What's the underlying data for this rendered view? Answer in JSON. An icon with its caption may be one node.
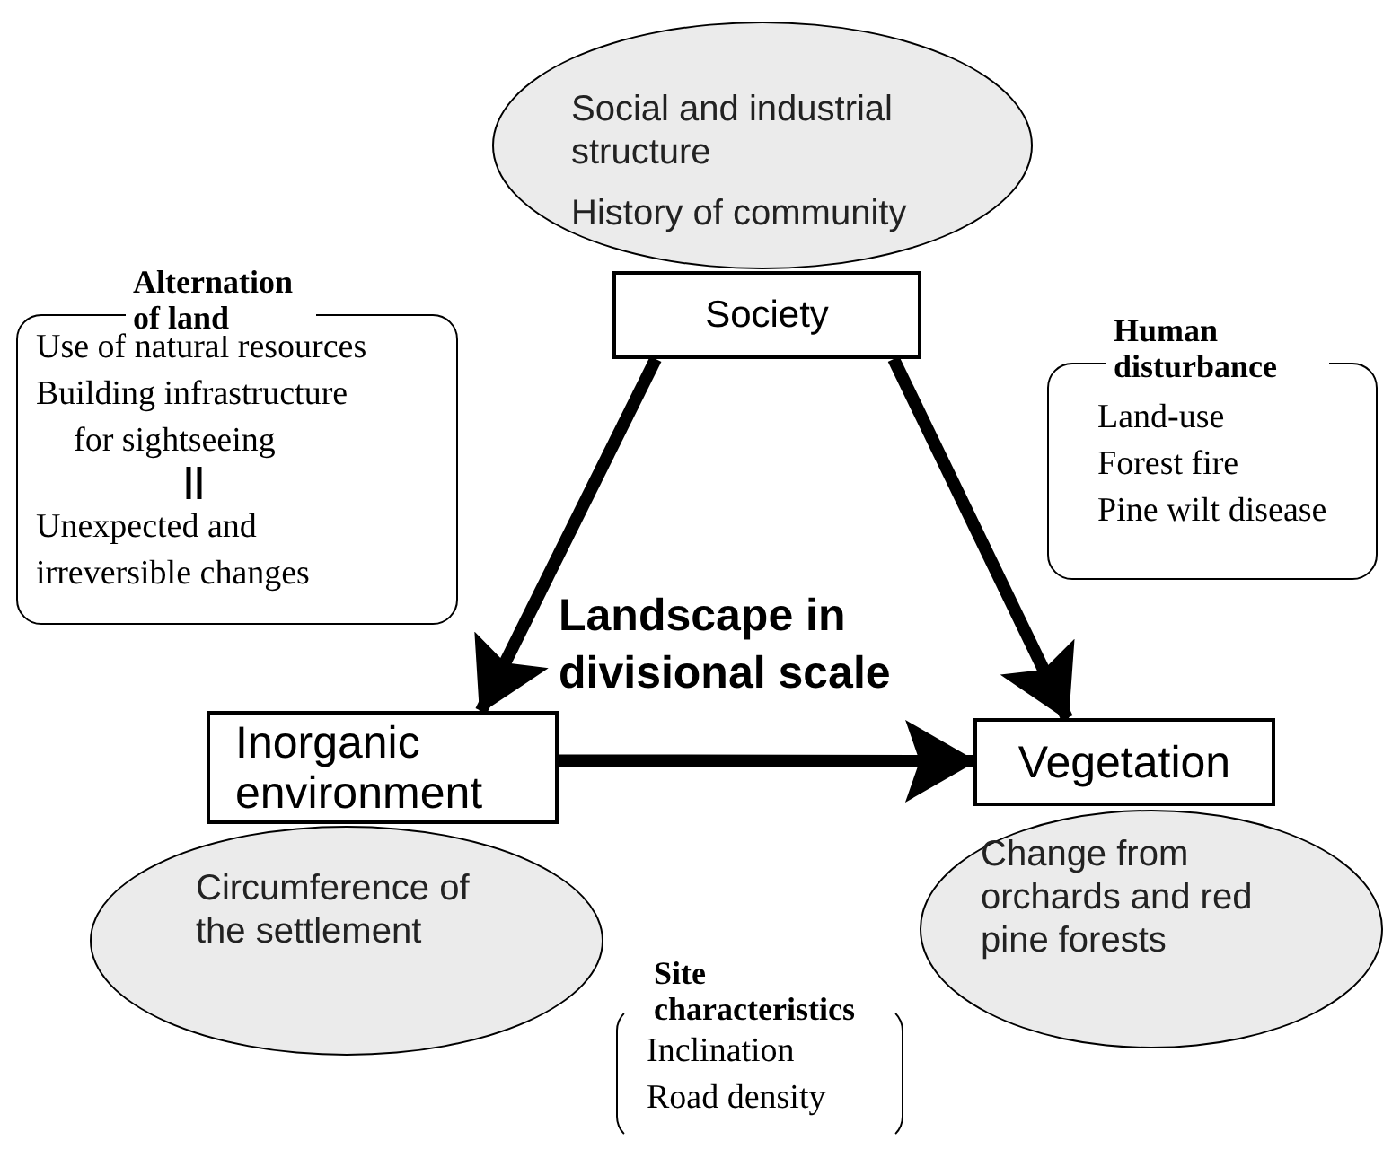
{
  "diagram": {
    "nodes": [
      {
        "text": [
          "Social and industrial structure",
          "History of community"
        ]
      },
      {
        "text": [
          "Society"
        ]
      },
      {
        "text": [
          "Alternation of land",
          "Use of natural resources",
          "Building infrastructure for sightseeing",
          "Unexpected and irreversible changes"
        ]
      },
      {
        "text": [
          "Human disturbance",
          "Land-use",
          "Forest fire",
          "Pine wilt disease"
        ]
      },
      {
        "text": [
          "Inorganic environment"
        ]
      },
      {
        "text": [
          "Circumference of the settlement"
        ]
      },
      {
        "text": [
          "Vegetation"
        ]
      },
      {
        "text": [
          "Change from orchards and red pine forests"
        ]
      },
      {
        "text": [
          "Site characteristics",
          "Inclination",
          "Road density"
        ]
      }
    ],
    "edges": [
      {
        "from": 1,
        "to": 4,
        "arrow": "to"
      },
      {
        "from": 1,
        "to": 6,
        "arrow": "to"
      },
      {
        "from": 4,
        "to": 6,
        "arrow": "to"
      }
    ],
    "labels": [
      "Landscape in divisional scale"
    ]
  }
}
